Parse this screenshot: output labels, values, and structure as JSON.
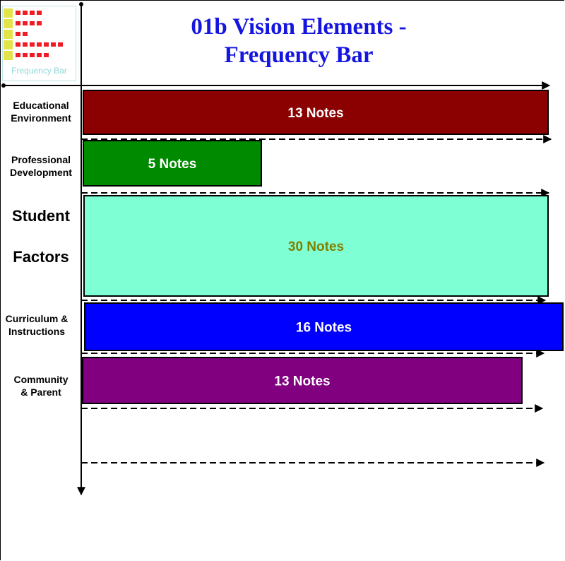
{
  "title_line1": "01b Vision Elements -",
  "title_line2": "Frequency Bar",
  "logo_caption": "Frequency Bar",
  "chart_data": {
    "type": "bar",
    "orientation": "horizontal",
    "title": "01b Vision Elements - Frequency Bar",
    "categories": [
      [
        "Educational",
        "Environment"
      ],
      [
        "Professional",
        "Development"
      ],
      [
        "Student",
        "Factors"
      ],
      [
        "Curriculum &",
        "Instructions"
      ],
      [
        "Community",
        "& Parent"
      ]
    ],
    "values": [
      13,
      5,
      30,
      16,
      13
    ],
    "data_labels": [
      "13 Notes",
      "5 Notes",
      "30 Notes",
      "16 Notes",
      "13 Notes"
    ],
    "colors": [
      "#8b0000",
      "#008a00",
      "#7fffd4",
      "#0000ff",
      "#800080"
    ],
    "label_colors": [
      "#ffffff",
      "#ffffff",
      "#808000",
      "#ffffff",
      "#ffffff"
    ]
  }
}
